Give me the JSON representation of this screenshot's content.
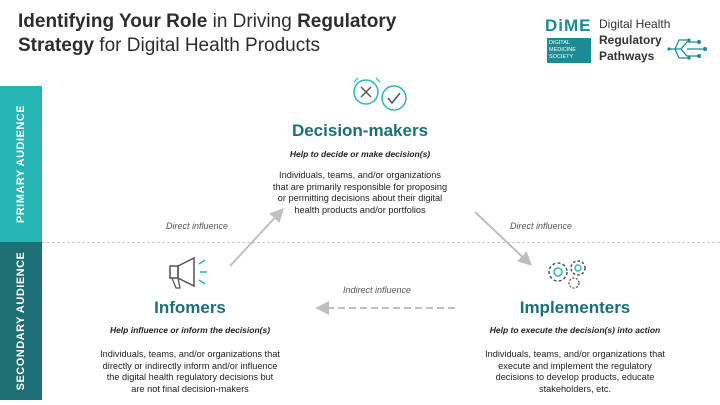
{
  "header": {
    "title_bold_1": "Identifying Your Role",
    "title_regular_1": " in Driving ",
    "title_bold_2": "Regulatory",
    "title_bold_3": "Strategy",
    "title_regular_2": " for Digital Health Products"
  },
  "logo": {
    "mark": "DiME",
    "sub_line_1": "DIGITAL",
    "sub_line_2": "MEDICINE",
    "sub_line_3": "SOCIETY",
    "line_1": "Digital Health",
    "line_2": "Regulatory",
    "line_3": "Pathways"
  },
  "audience_bands": {
    "primary": "PRIMARY AUDIENCE",
    "secondary": "SECONDARY AUDIENCE"
  },
  "nodes": {
    "decision_makers": {
      "title": "Decision-makers",
      "subtitle": "Help to decide or make decision(s)",
      "body_1": "Individuals, teams, and/or organizations",
      "body_2": "that are primarily responsible for proposing",
      "body_3": "or permitting decisions about their digital",
      "body_4": "health products and/or portfolios",
      "icon": "decision-checklist-icon"
    },
    "infomers": {
      "title": "Infomers",
      "subtitle": "Help influence or inform the decision(s)",
      "body_1": "Individuals, teams, and/or organizations that",
      "body_2": "directly or indirectly inform and/or influence",
      "body_3": "the digital health regulatory decisions but",
      "body_4": "are not final decision-makers",
      "icon": "megaphone-icon"
    },
    "implementers": {
      "title": "Implementers",
      "subtitle": "Help to execute the decision(s) into action",
      "body_1": "Individuals, teams, and/or organizations that",
      "body_2": "execute and implement the regulatory",
      "body_3": "decisions to develop products, educate",
      "body_4": "stakeholders, etc.",
      "icon": "gears-icon"
    }
  },
  "edges": {
    "infomers_to_decision": "Direct influence",
    "decision_to_implementers": "Direct influence",
    "implementers_to_infomers": "Indirect influence"
  },
  "colors": {
    "primary_band": "#27b6b5",
    "secondary_band": "#1d6e75",
    "title_teal": "#1d6e75",
    "arrow_gray": "#bfbfbf"
  }
}
